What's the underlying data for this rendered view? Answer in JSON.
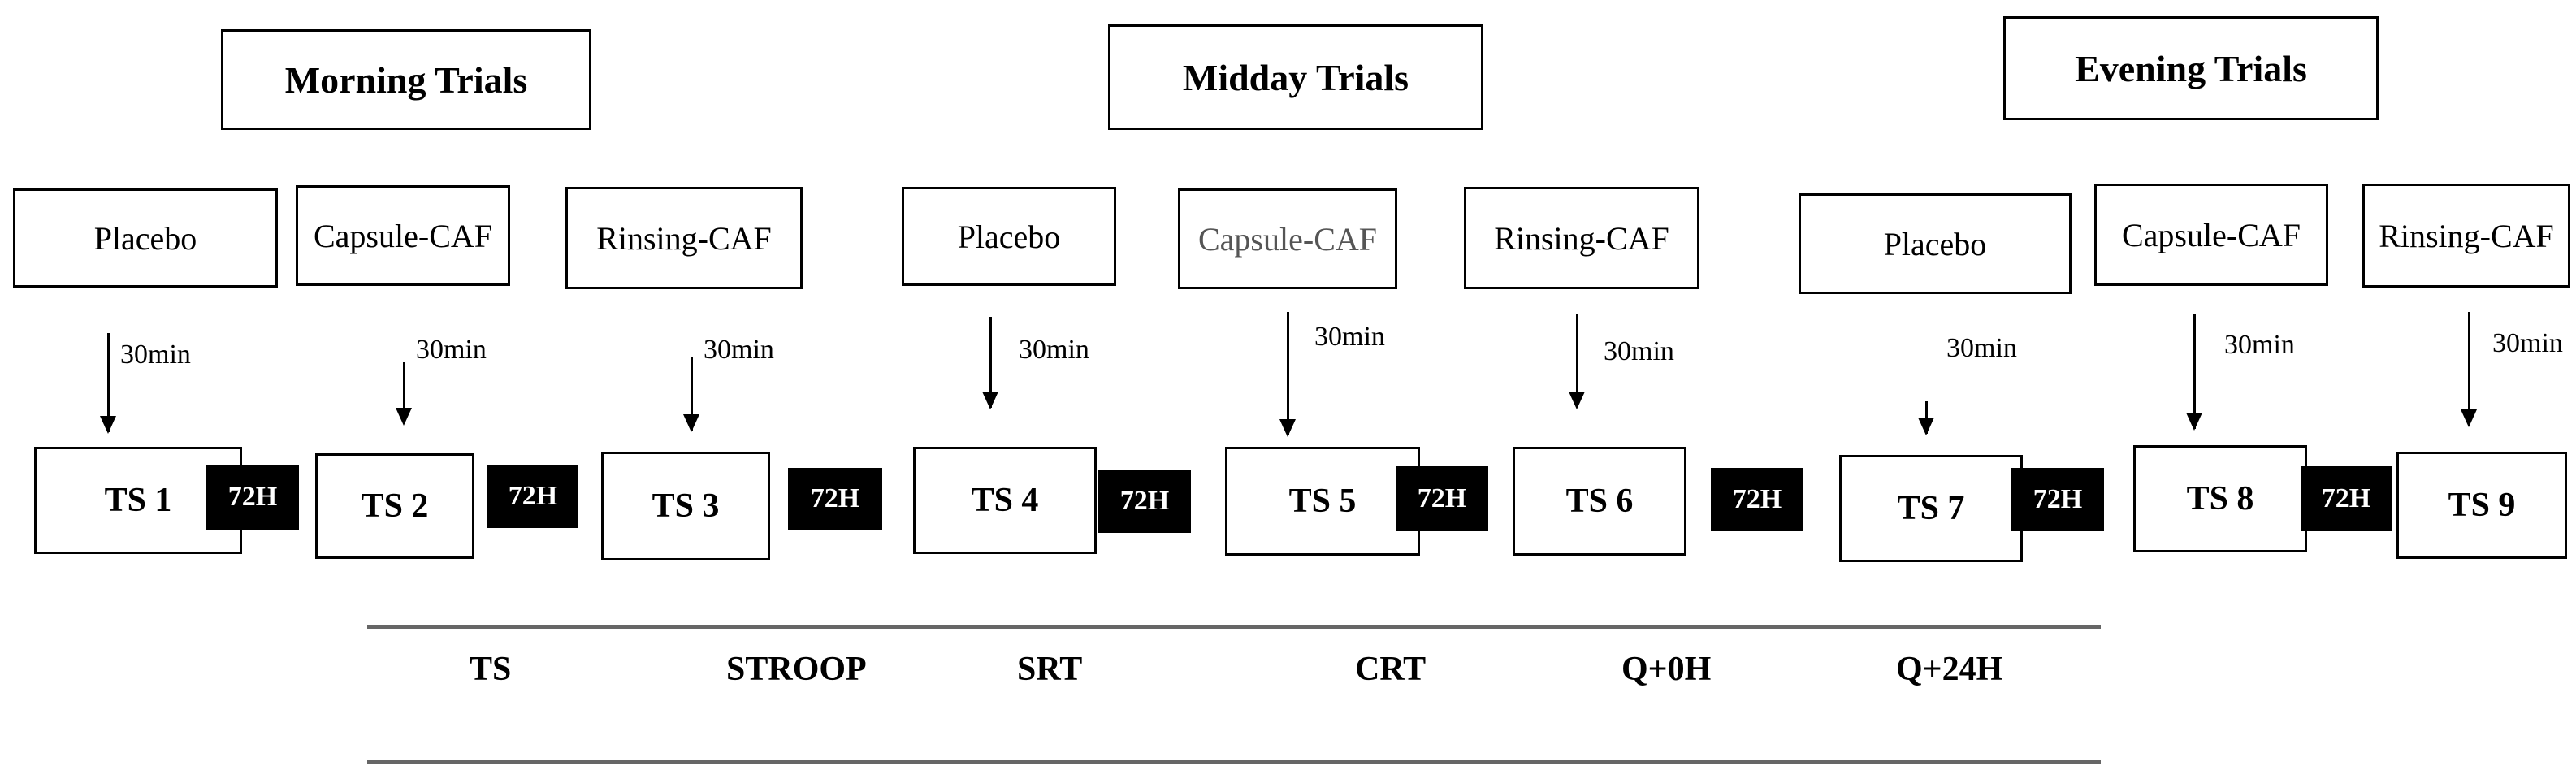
{
  "session_headers": [
    "Morning Trials",
    "Midday Trials",
    "Evening Trials"
  ],
  "conditions": [
    "Placebo",
    "Capsule-CAF",
    "Rinsing-CAF",
    "Placebo",
    "Capsule-CAF",
    "Rinsing-CAF",
    "Placebo",
    "Capsule-CAF",
    "Rinsing-CAF"
  ],
  "interval": "30min",
  "test_sessions": [
    "TS 1",
    "TS 2",
    "TS 3",
    "TS 4",
    "TS 5",
    "TS 6",
    "TS 7",
    "TS 8",
    "TS 9"
  ],
  "washout": "72H",
  "measures": [
    "TS",
    "STROOP",
    "SRT",
    "CRT",
    "Q+0H",
    "Q+24H"
  ]
}
